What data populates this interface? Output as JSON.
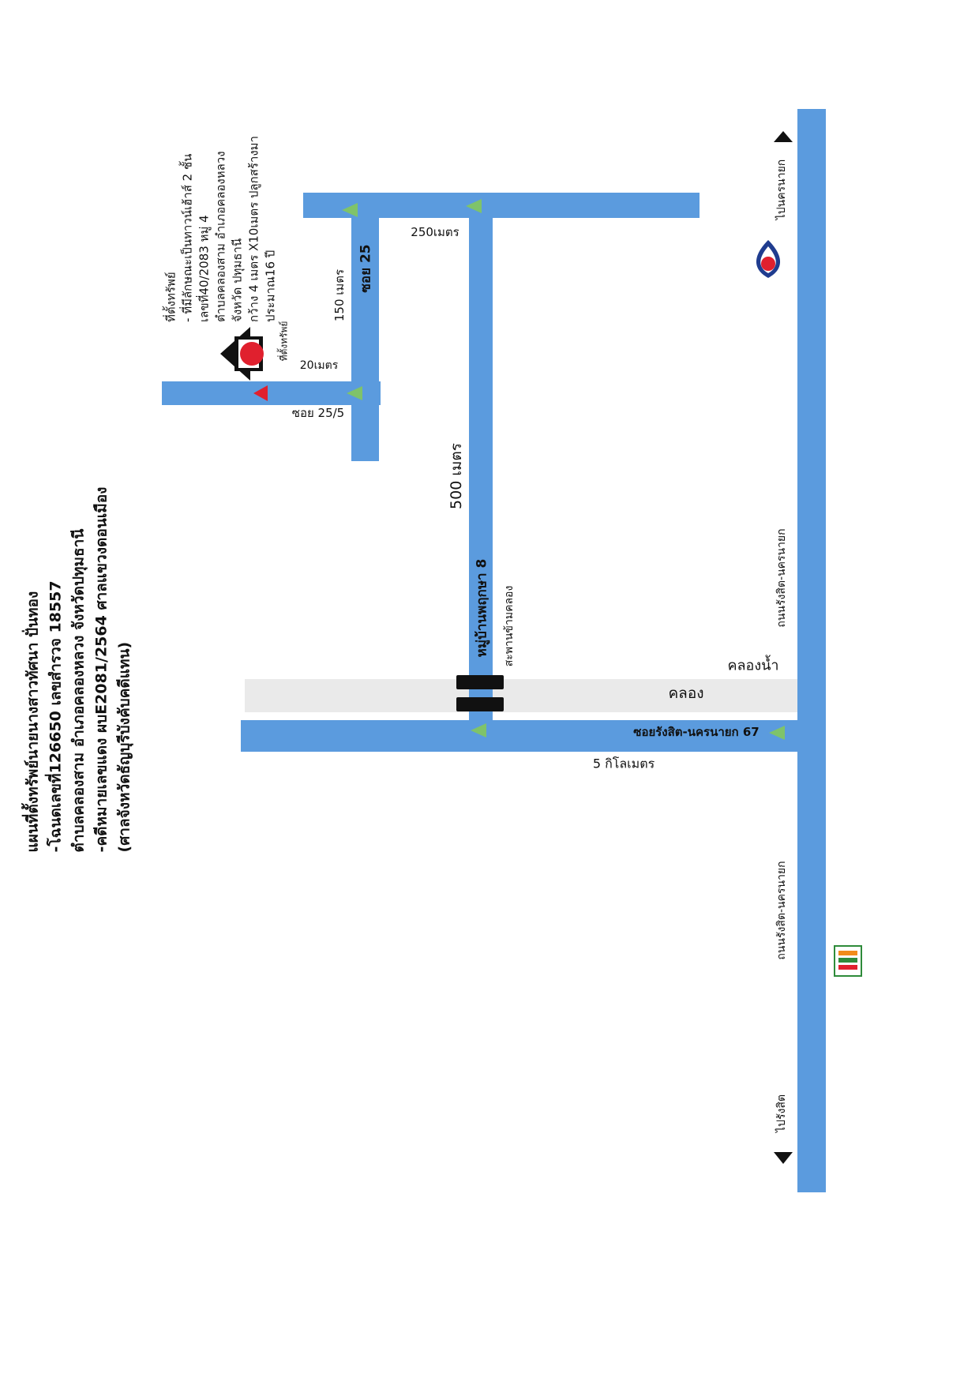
{
  "title_lines": [
    "แผนที่ตั้งทรัพย์นายนางสาวทัศนา ปั่นทอง",
    "-โฉนดเลขที่126650 เลขสำรวจ 18557",
    "ตำบลคลองสาม อำเภอคลองหลวง จังหวัดปทุมธานี",
    "-คดีหมายเลขแดง ผบE2081/2564 ศาลแขวงดอนเมือง",
    "(ศาลจังหวัดธัญบุรีบังคับคดีแทน)"
  ],
  "property_info": [
    "ที่ตั้งทรัพย์",
    "- ที่มีลักษณะเป็นทาวน์เฮ้าส์ 2 ชั้น",
    "เลขที่40/2083 หมู่ 4",
    "ตำบลคลองสาม อำเภอคลองหลวง",
    "จังหวัด ปทุมธานี",
    "กว้าง  4 เมตร X10เมตร ปลูกสร้างมา",
    "ประมาณ16 ปี"
  ],
  "labels": {
    "property_marker": "ที่ตั้งทรัพย์",
    "dist_20m": "20เมตร",
    "dist_150m": "150 เมตร",
    "soi_25": "ซอย 25",
    "dist_250m": "250เมตร",
    "soi_25_5": "ซอย 25/5",
    "dist_500m": "500 เมตร",
    "village": "หมู่บ้านพฤกษา 8",
    "bridge": "สะพานข้ามคลอง",
    "canal": "คลอง",
    "canal_water": "คลองน้ำ",
    "soi_67": "ซอยรังสิต-นครนายก 67",
    "dist_5km": "5 กิโลเมตร",
    "main_road_upper": "ถนนรังสิต-นครนายก",
    "main_road_lower": "ถนนรังสิต-นครนายก",
    "to_nakhon_nayok": "ไปนครนายก",
    "to_rangsit": "ไปรังสิต"
  },
  "icons": {
    "gas_station": "ptt-gas-station-icon",
    "convenience_store": "seven-eleven-icon",
    "property": "house-marker-icon"
  },
  "colors": {
    "road": "#5b9bde",
    "arrow": "#7fc36a",
    "marker": "#e0202e",
    "gas_blue": "#1f3c8f",
    "canal": "#eaeaea"
  }
}
